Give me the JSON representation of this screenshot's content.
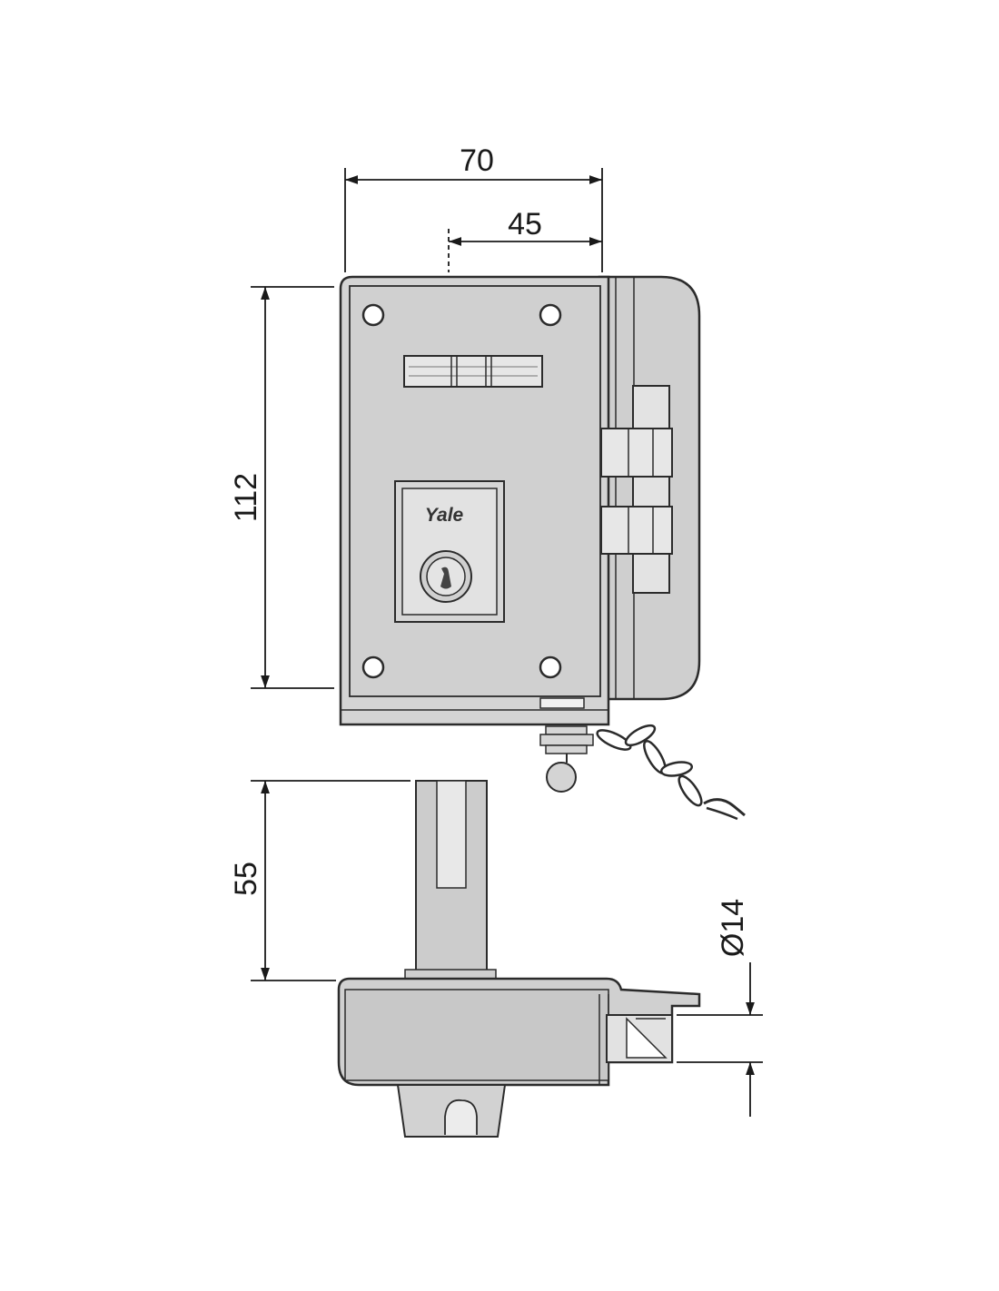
{
  "diagram": {
    "dimensions": {
      "width_overall": "70",
      "width_to_cylinder": "45",
      "height": "112",
      "projection": "55",
      "bolt_diameter": "Ø14"
    },
    "brand_logo": "Yale"
  },
  "colors": {
    "body_fill": "#d2d2d2",
    "body_fill_dark": "#c3c3c3",
    "outline": "#2b2b2b",
    "dimension_line": "#1a1a1a",
    "background": "#ffffff"
  }
}
